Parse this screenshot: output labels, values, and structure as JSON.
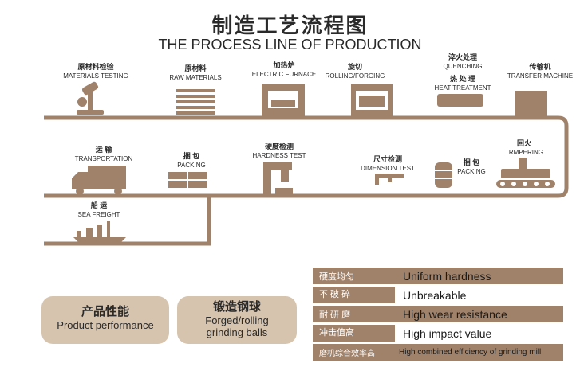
{
  "header": {
    "title_cn": "制造工艺流程图",
    "title_en": "THE PROCESS LINE OF PRODUCTION"
  },
  "steps": [
    {
      "cn": "原材料检验",
      "en": "MATERIALS TESTING",
      "icon": "microscope-icon"
    },
    {
      "cn": "原材料",
      "en": "RAW MATERIALS",
      "icon": "bars-stack-icon"
    },
    {
      "cn": "加热炉",
      "en": "ELECTRIC FURNACE",
      "icon": "furnace-icon"
    },
    {
      "cn": "旋切",
      "en": "ROLLING/FORGING",
      "icon": "rolling-machine-icon"
    },
    {
      "cn": "淬火处理",
      "en": "QUENCHING",
      "icon": "quench-tank-icon"
    },
    {
      "cn": "热 处 理",
      "en": "HEAT TREATMENT",
      "icon": "heat-tank-icon"
    },
    {
      "cn": "传输机",
      "en": "TRANSFER MACHINE",
      "icon": "transfer-box-icon"
    },
    {
      "cn": "回火",
      "en": "TRMPERING",
      "icon": "conveyor-icon"
    },
    {
      "cn": "捆 包",
      "en": "PACKING",
      "icon": "barrels-icon"
    },
    {
      "cn": "尺寸检测",
      "en": "DIMENSION TEST",
      "icon": "caliper-icon"
    },
    {
      "cn": "硬度检测",
      "en": "HARDNESS TEST",
      "icon": "hardness-tester-icon"
    },
    {
      "cn": "捆 包",
      "en": "PACKING",
      "icon": "crates-icon"
    },
    {
      "cn": "运  输",
      "en": "TRANSPORTATION",
      "icon": "truck-icon"
    },
    {
      "cn": "船 运",
      "en": "SEA FREIGHT",
      "icon": "ship-icon"
    }
  ],
  "performance": {
    "label_cn": "产品性能",
    "label_en": "Product performance",
    "product_cn": "锻造钢球",
    "product_en_1": "Forged/rolling",
    "product_en_2": "grinding balls"
  },
  "features": [
    {
      "cn": "硬度均匀",
      "en": "Uniform hardness"
    },
    {
      "cn": "不 破 碎",
      "en": "Unbreakable"
    },
    {
      "cn": "耐 研 磨",
      "en": "High wear resistance"
    },
    {
      "cn": "冲击值高",
      "en": "High impact value"
    },
    {
      "cn": "磨机综合效率高",
      "en": "High combined efficiency of grinding mill"
    }
  ],
  "colors": {
    "brown": "#a0826a",
    "light_brown": "#d7c4ae"
  }
}
